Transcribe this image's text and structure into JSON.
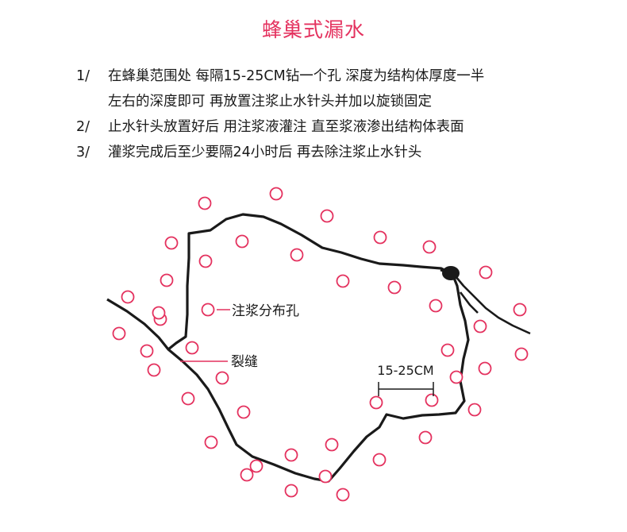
{
  "title": "蜂巢式漏水",
  "steps": [
    {
      "num": "1/",
      "lines": [
        "在蜂巢范围处 每隔15-25CM钻一个孔  深度为结构体厚度一半",
        "左右的深度即可  再放置注浆止水针头并加以旋锁固定"
      ]
    },
    {
      "num": "2/",
      "lines": [
        "止水针头放置好后  用注浆液灌注  直至浆液渗出结构体表面"
      ]
    },
    {
      "num": "3/",
      "lines": [
        "灌浆完成后至少要隔24小时后  再去除注浆止水针头"
      ]
    }
  ],
  "diagram": {
    "hole_label": "注浆分布孔",
    "crack_label": "裂缝",
    "spacing_label": "15-25CM",
    "colors": {
      "hole": "#e4325f",
      "crack": "#1a1a1a",
      "leader": "#e4325f",
      "dimension": "#1a1a1a"
    },
    "hole_count": 44
  }
}
